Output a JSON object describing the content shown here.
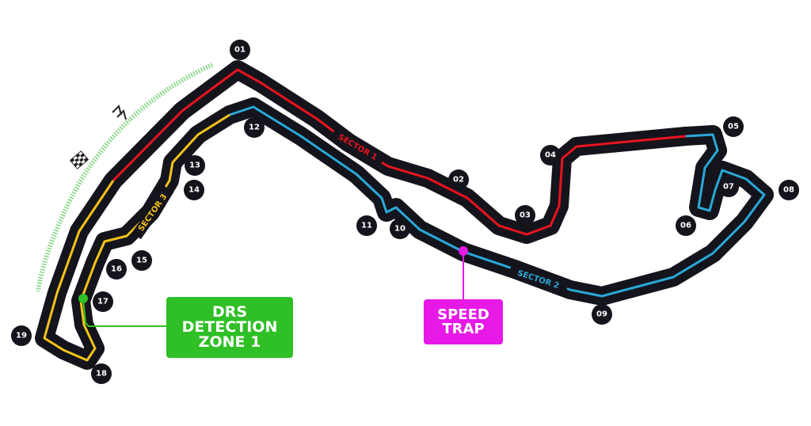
{
  "title": "Circuit de Monaco track map",
  "sectors": [
    {
      "label": "SECTOR 1",
      "color": "#e8141e"
    },
    {
      "label": "SECTOR 2",
      "color": "#2aa8d8"
    },
    {
      "label": "SECTOR 3",
      "color": "#f2c318"
    }
  ],
  "turns": [
    "01",
    "02",
    "03",
    "04",
    "05",
    "06",
    "07",
    "08",
    "09",
    "10",
    "11",
    "12",
    "13",
    "14",
    "15",
    "16",
    "17",
    "18",
    "19"
  ],
  "drs_zone": {
    "lines": [
      "DRS",
      "DETECTION",
      "ZONE 1"
    ],
    "color": "#2fbf26"
  },
  "speed_trap": {
    "lines": [
      "SPEED",
      "TRAP"
    ],
    "color": "#e619e6"
  },
  "icons": [
    "chequered-flag-icon",
    "drs-chevrons-icon"
  ]
}
